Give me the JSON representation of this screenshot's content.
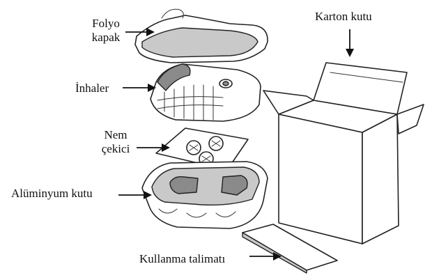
{
  "labels": {
    "folyo_kapak_l1": "Folyo",
    "folyo_kapak_l2": "kapak",
    "inhaler": "İnhaler",
    "nem_cekici_l1": "Nem",
    "nem_cekici_l2": "çekici",
    "aluminyum_kutu": "Alüminyum kutu",
    "karton_kutu": "Karton kutu",
    "kullanma_talimati": "Kullanma talimatı"
  }
}
